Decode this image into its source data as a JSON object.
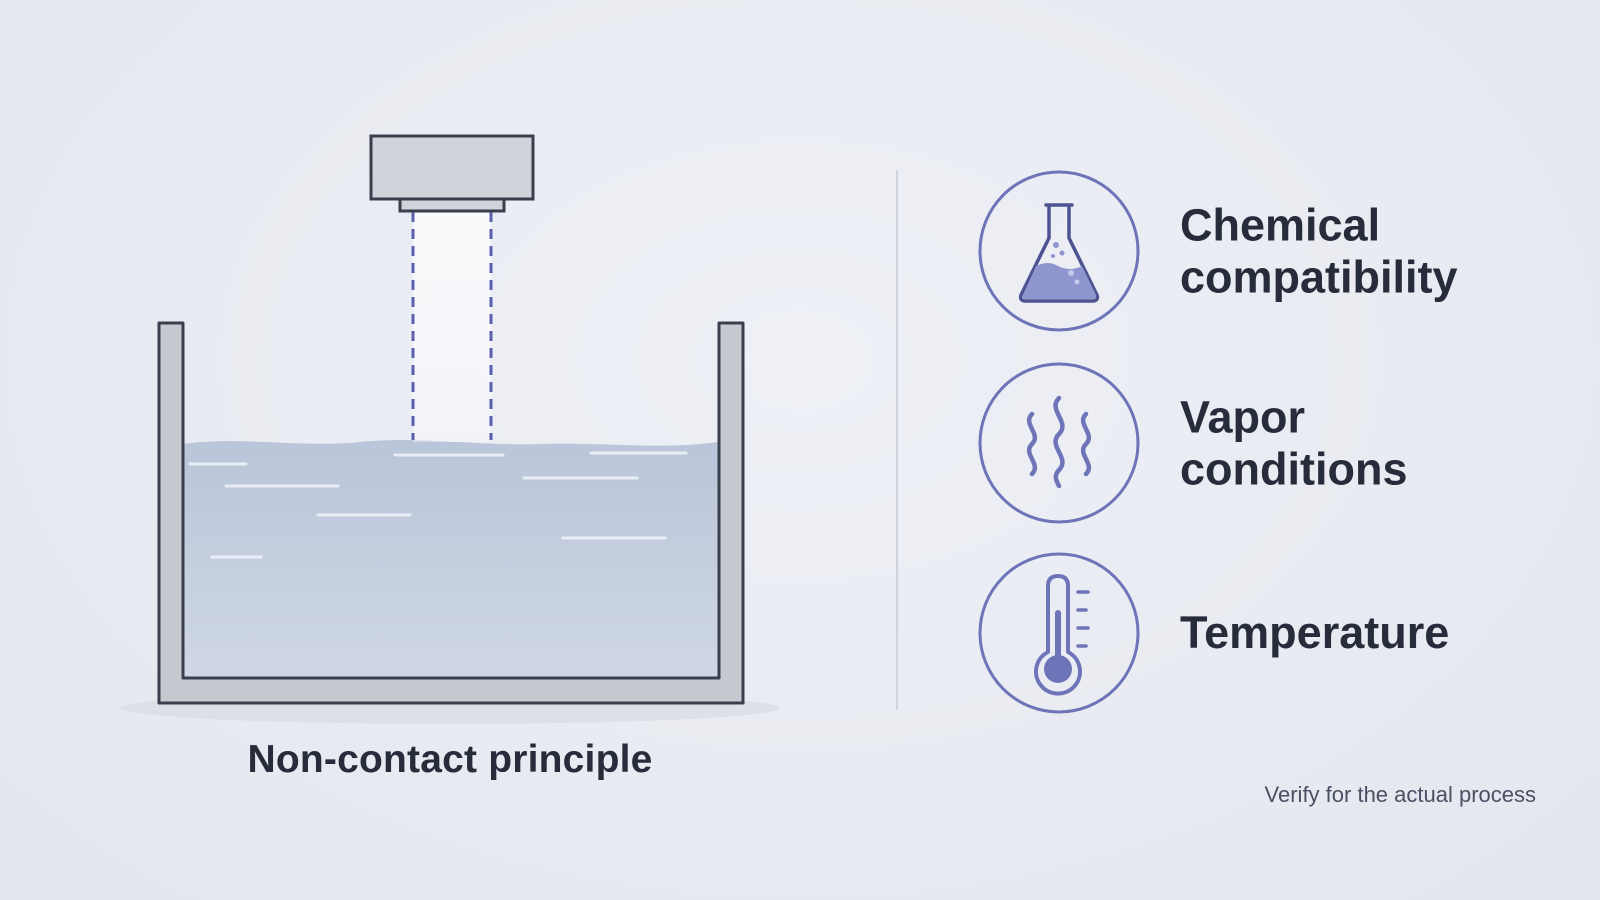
{
  "caption": "Non-contact principle",
  "factors": [
    {
      "icon": "flask-icon",
      "lines": [
        "Chemical",
        "compatibility"
      ]
    },
    {
      "icon": "vapor-icon",
      "lines": [
        "Vapor",
        "conditions"
      ]
    },
    {
      "icon": "thermometer-icon",
      "lines": [
        "Temperature"
      ]
    }
  ],
  "note": "Verify for the actual process",
  "colors": {
    "accent": "#6e74b8",
    "outline": "#3a3f4d",
    "liquid": "#c3ccde",
    "tank_wall": "#c7c9d0",
    "text": "#262c3a"
  }
}
